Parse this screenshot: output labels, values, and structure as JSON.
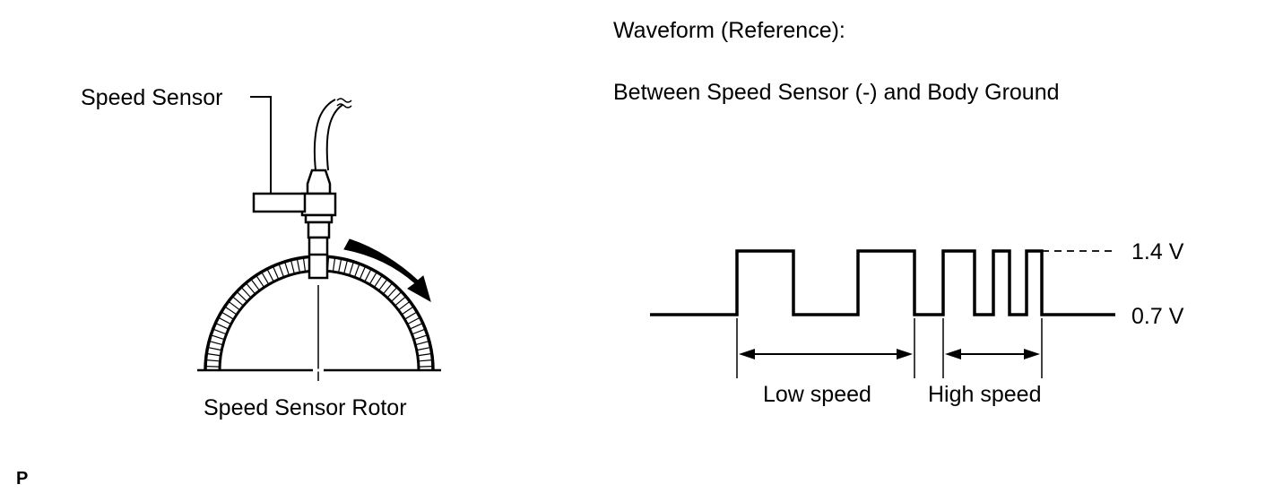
{
  "left_diagram": {
    "sensor_label": "Speed Sensor",
    "rotor_label": "Speed Sensor Rotor"
  },
  "waveform": {
    "title": "Waveform (Reference):",
    "subtitle": "Between Speed Sensor (-) and Body Ground",
    "high_level_label": "1.4 V",
    "low_level_label": "0.7 V",
    "low_speed_label": "Low speed",
    "high_speed_label": "High speed"
  },
  "corner_mark": "P",
  "colors": {
    "ink": "#000000",
    "background": "#ffffff"
  }
}
